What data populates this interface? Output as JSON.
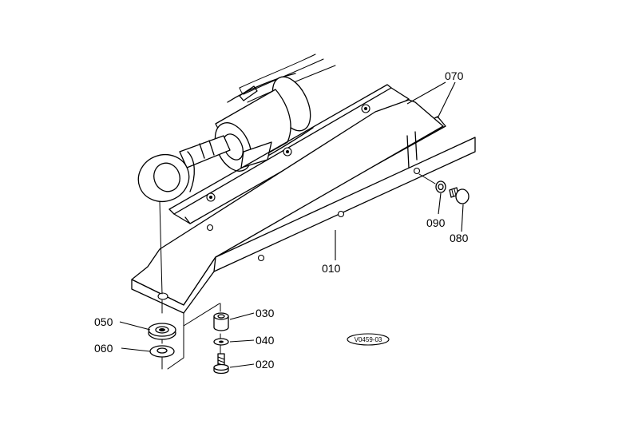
{
  "labels": {
    "part_070": "070",
    "part_090": "090",
    "part_080": "080",
    "part_010": "010",
    "part_050": "050",
    "part_060": "060",
    "part_030": "030",
    "part_040": "040",
    "part_020": "020"
  },
  "figure_code": "V0459-03"
}
